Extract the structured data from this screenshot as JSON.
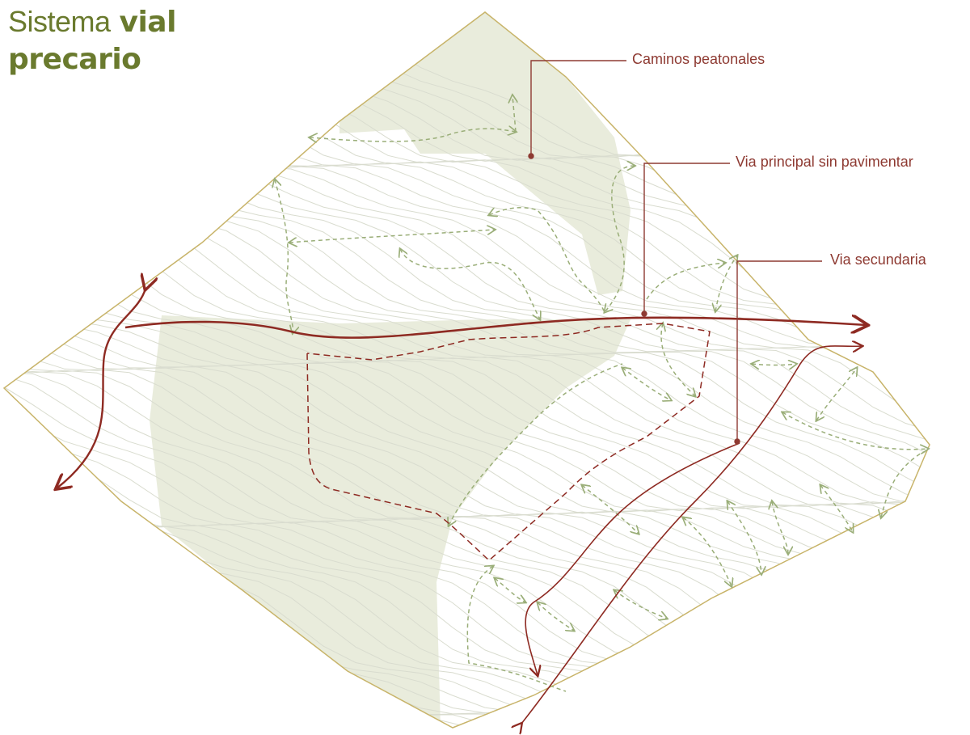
{
  "title": {
    "line1_light": "Sistema",
    "line1_bold": "vial",
    "line2_bold": "precario"
  },
  "legend": {
    "footpaths": "Caminos peatonales",
    "main_road": "Via principal sin pavimentar",
    "secondary_road": "Via secundaria"
  },
  "colors": {
    "title": "#6a7a2e",
    "road": "#8e2a22",
    "label": "#8e3a32",
    "footpath": "#9aae78",
    "parcel_border": "#c8b46a",
    "vegetation": "#e9ecdc",
    "contour": "#d9dccf"
  }
}
